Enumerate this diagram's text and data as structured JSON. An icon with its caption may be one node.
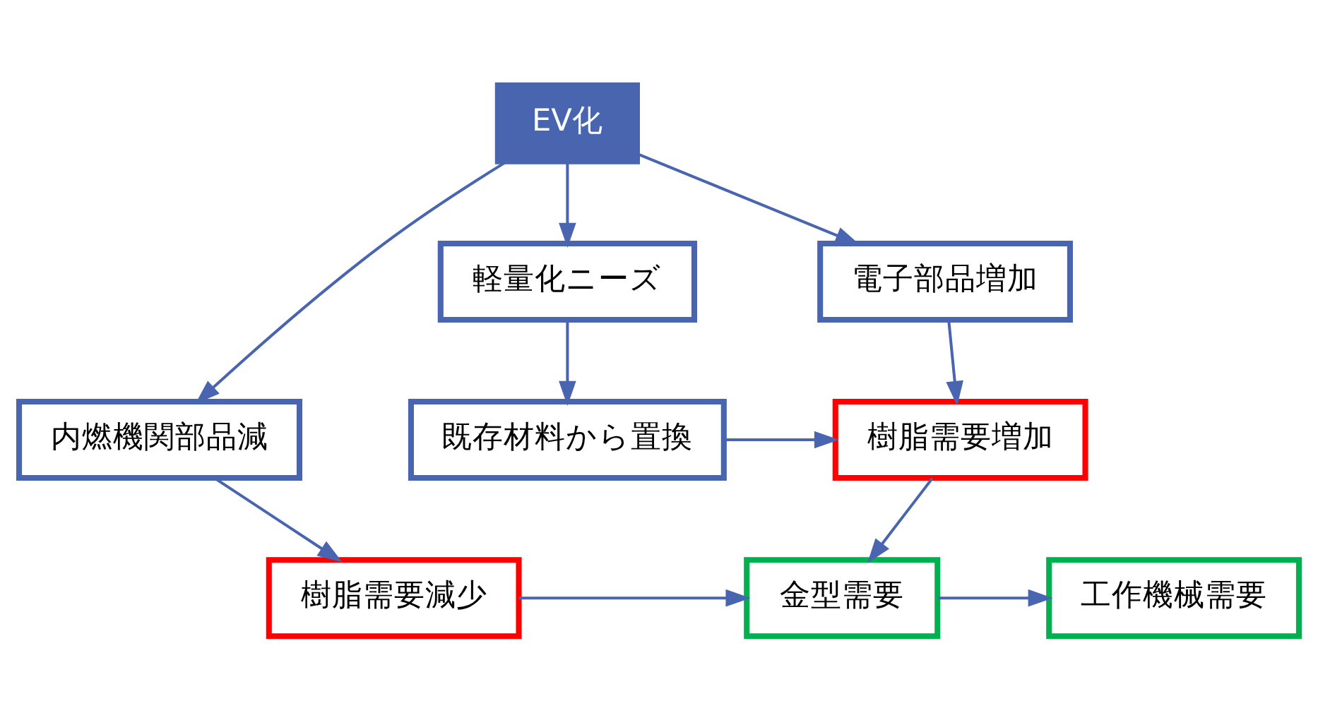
{
  "diagram": {
    "nodes": [
      {
        "text": [
          "EV化"
        ]
      },
      {
        "text": [
          "内燃機関部品減"
        ]
      },
      {
        "text": [
          "軽量化ニーズ"
        ]
      },
      {
        "text": [
          "電子部品増加"
        ]
      },
      {
        "text": [
          "既存材料から置換"
        ]
      },
      {
        "text": [
          "樹脂需要増加"
        ]
      },
      {
        "text": [
          "樹脂需要減少"
        ]
      },
      {
        "text": [
          "金型需要"
        ]
      },
      {
        "text": [
          "工作機械需要"
        ]
      }
    ],
    "edges": [
      {
        "from": 0,
        "to": 1,
        "arrow": "to"
      },
      {
        "from": 0,
        "to": 2,
        "arrow": "to"
      },
      {
        "from": 0,
        "to": 3,
        "arrow": "to"
      },
      {
        "from": 2,
        "to": 4,
        "arrow": "to"
      },
      {
        "from": 3,
        "to": 5,
        "arrow": "to"
      },
      {
        "from": 4,
        "to": 5,
        "arrow": "to"
      },
      {
        "from": 1,
        "to": 6,
        "arrow": "to"
      },
      {
        "from": 5,
        "to": 7,
        "arrow": "to"
      },
      {
        "from": 6,
        "to": 7,
        "arrow": "to"
      },
      {
        "from": 7,
        "to": 8,
        "arrow": "to"
      }
    ]
  }
}
